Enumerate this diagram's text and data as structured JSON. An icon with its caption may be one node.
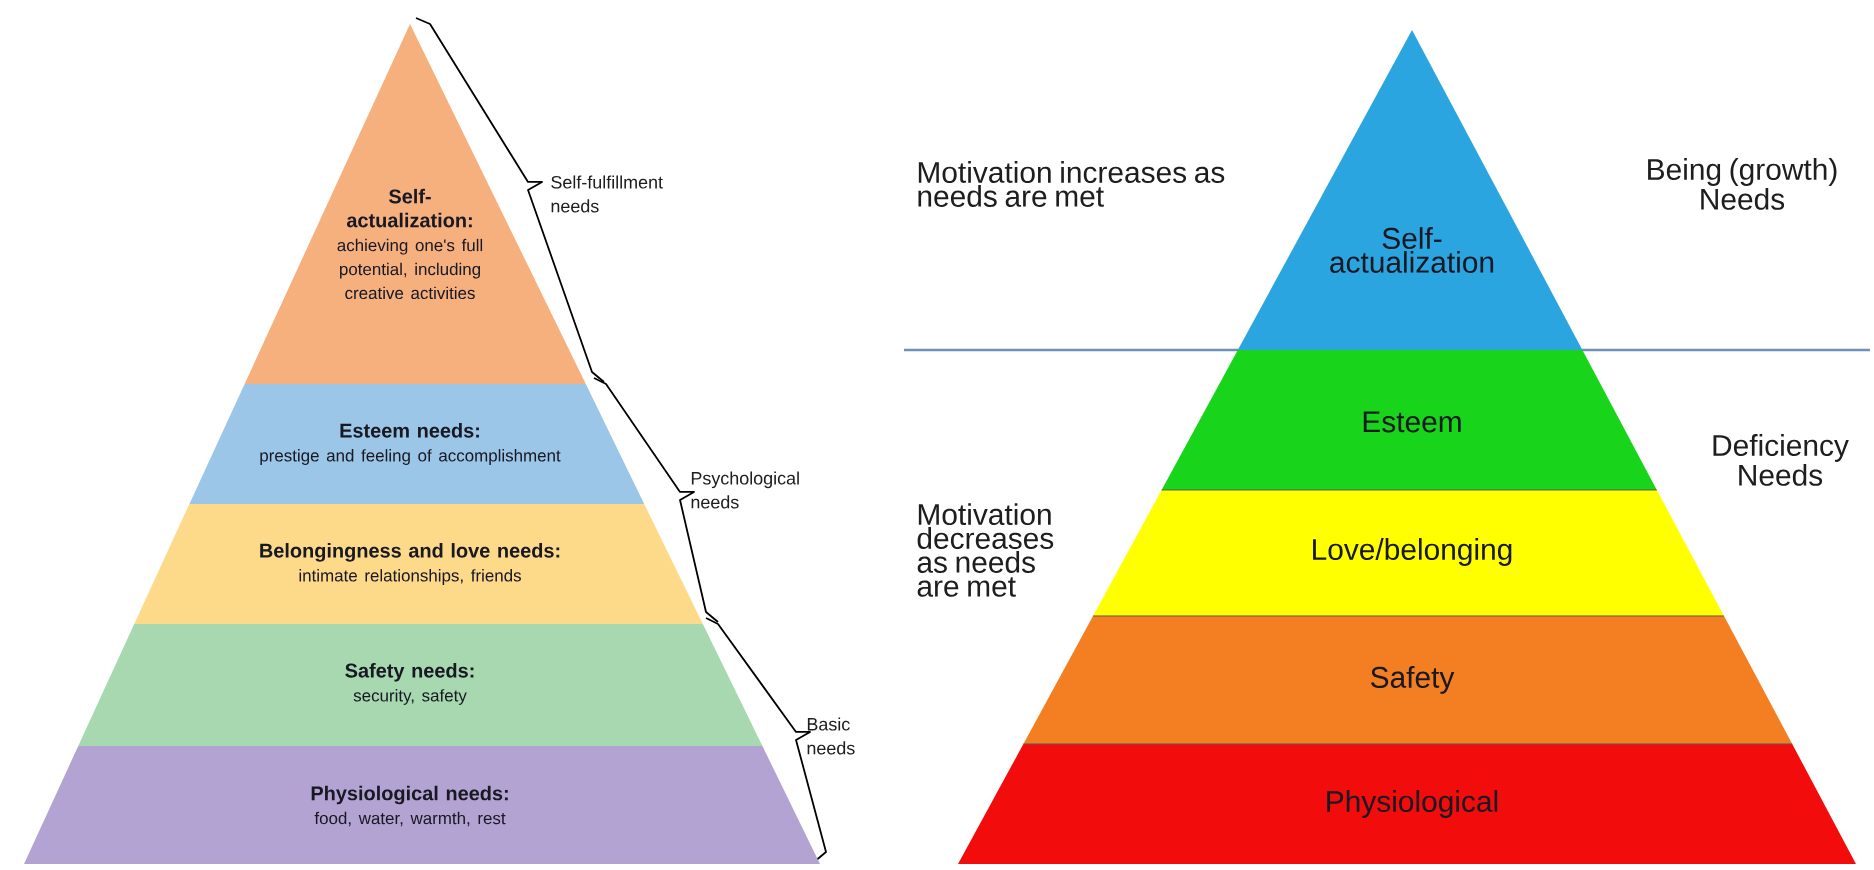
{
  "diagram": {
    "nodes": [
      {
        "text": [
          "Self-actualization:",
          "achieving one's full potential, including creative activities"
        ]
      },
      {
        "text": [
          "Esteem needs:",
          "prestige and feeling of accomplishment"
        ]
      },
      {
        "text": [
          "Belongingness and love needs:",
          "intimate relationships, friends"
        ]
      },
      {
        "text": [
          "Safety needs:",
          "security, safety"
        ]
      },
      {
        "text": [
          "Physiological needs:",
          "food, water, warmth, rest"
        ]
      },
      {
        "text": [
          "Self-actualization"
        ]
      },
      {
        "text": [
          "Esteem"
        ]
      },
      {
        "text": [
          "Love/belonging"
        ]
      },
      {
        "text": [
          "Safety"
        ]
      },
      {
        "text": [
          "Physiological"
        ]
      }
    ],
    "labels": [
      "Self-fulfillment needs",
      "Psychological needs",
      "Basic needs",
      "Motivation increases as needs are met",
      "Being (growth) Needs",
      "Motivation decreases as needs are met",
      "Deficiency Needs"
    ]
  }
}
